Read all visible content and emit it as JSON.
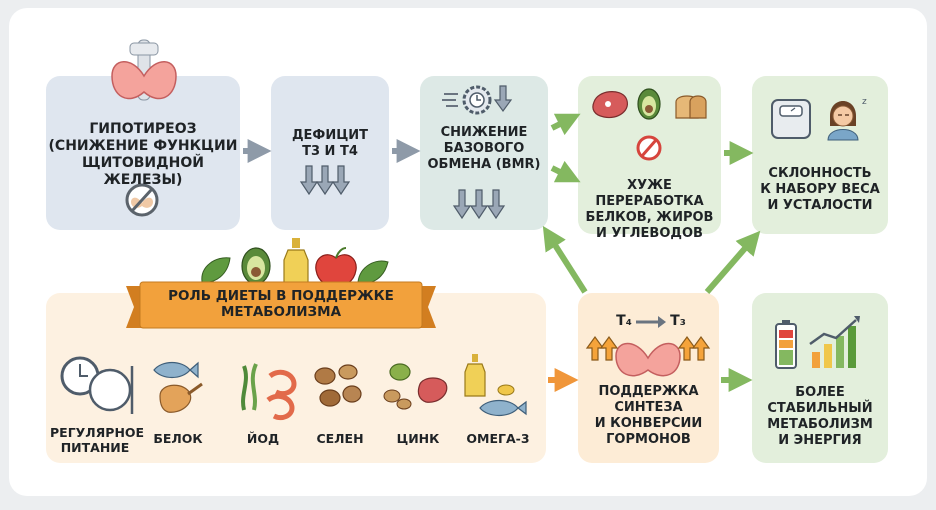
{
  "boxes": {
    "hypothyroid": "ГИПОТИРЕОЗ\n(СНИЖЕНИЕ ФУНКЦИИ\nЩИТОВИДНОЙ ЖЕЛЕЗЫ)",
    "deficit": "ДЕФИЦИТ\nТ3 И Т4",
    "bmr": "СНИЖЕНИЕ\nБАЗОВОГО\nОБМЕНА (BMR)",
    "processing": "ХУЖЕ ПЕРЕРАБОТКА\nБЕЛКОВ, ЖИРОВ\nИ УГЛЕВОДОВ",
    "tendency": "СКЛОННОСТЬ\nК НАБОРУ ВЕСА\nИ УСТАЛОСТИ",
    "support": "ПОДДЕРЖКА\nСИНТЕЗА\nИ КОНВЕРСИИ\nГОРМОНОВ",
    "stable": "БОЛЕЕ\nСТАБИЛЬНЫЙ\nМЕТАБОЛИЗМ\nИ ЭНЕРГИЯ"
  },
  "hormones": {
    "t4": "T₄",
    "t3": "T₃"
  },
  "diet": {
    "banner": "РОЛЬ ДИЕТЫ В ПОДДЕРЖКЕ\nМЕТАБОЛИЗМА",
    "items": [
      {
        "label": "РЕГУЛЯРНОЕ\nПИТАНИЕ",
        "icon": "clock-plate-icon"
      },
      {
        "label": "БЕЛОК",
        "icon": "fish-chicken-icon"
      },
      {
        "label": "ЙОД",
        "icon": "seaweed-shrimp-icon"
      },
      {
        "label": "СЕЛЕН",
        "icon": "nuts-icon"
      },
      {
        "label": "ЦИНК",
        "icon": "beans-meat-icon"
      },
      {
        "label": "ОМЕГА-3",
        "icon": "oil-fish-icon"
      }
    ]
  },
  "colors": {
    "blue_box": "#dfe6ef",
    "teal_box": "#dde9e6",
    "green_box": "#e3efdc",
    "orange_box": "#fdecd6",
    "diet_panel": "#fdf1e1",
    "banner": "#f2a13c",
    "arrow_gray": "#8e9aa8",
    "arrow_green": "#84b860",
    "arrow_orange": "#f0963a"
  }
}
